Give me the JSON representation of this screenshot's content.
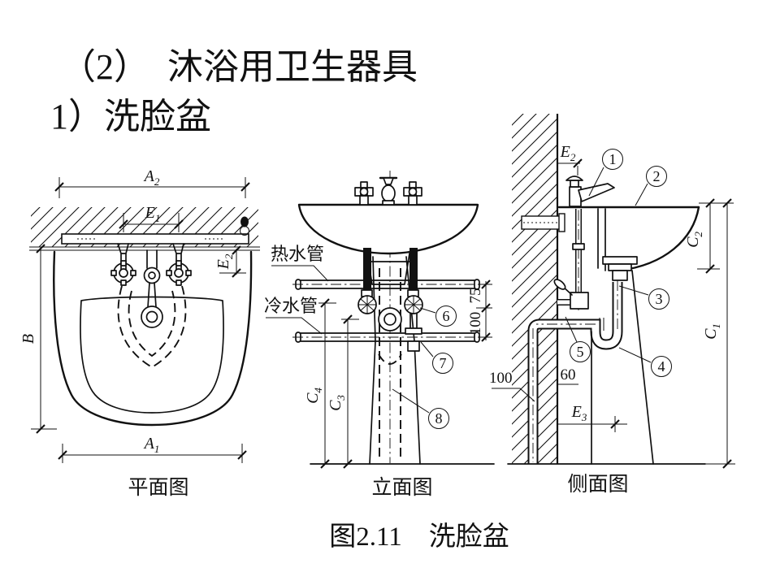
{
  "page": {
    "background": "#ffffff",
    "ink": "#111111"
  },
  "title": "（2）　沐浴用卫生器具",
  "subtitle": "1）洗脸盆",
  "figure_caption": "图2.11　洗脸盆",
  "views": {
    "plan": {
      "caption": "平面图"
    },
    "elevation": {
      "caption": "立面图",
      "hot_pipe_label": "热水管",
      "cold_pipe_label": "冷水管"
    },
    "side": {
      "caption": "侧面图"
    }
  },
  "dims": {
    "A1": {
      "base": "A",
      "sub": "1"
    },
    "A2": {
      "base": "A",
      "sub": "2"
    },
    "B": {
      "base": "B",
      "sub": ""
    },
    "E1": {
      "base": "E",
      "sub": "1"
    },
    "E2": {
      "base": "E",
      "sub": "2"
    },
    "E3": {
      "base": "E",
      "sub": "3"
    },
    "C1": {
      "base": "C",
      "sub": "1"
    },
    "C2": {
      "base": "C",
      "sub": "2"
    },
    "C3": {
      "base": "C",
      "sub": "3"
    },
    "C4": {
      "base": "C",
      "sub": "4"
    },
    "pipe_gap_upper": "75",
    "pipe_gap_lower": "100",
    "wall_pipe_dia": "100",
    "offset_60": "60"
  },
  "callouts": {
    "n1": "1",
    "n2": "2",
    "n3": "3",
    "n4": "4",
    "n5": "5",
    "n6": "6",
    "n7": "7",
    "n8": "8"
  }
}
